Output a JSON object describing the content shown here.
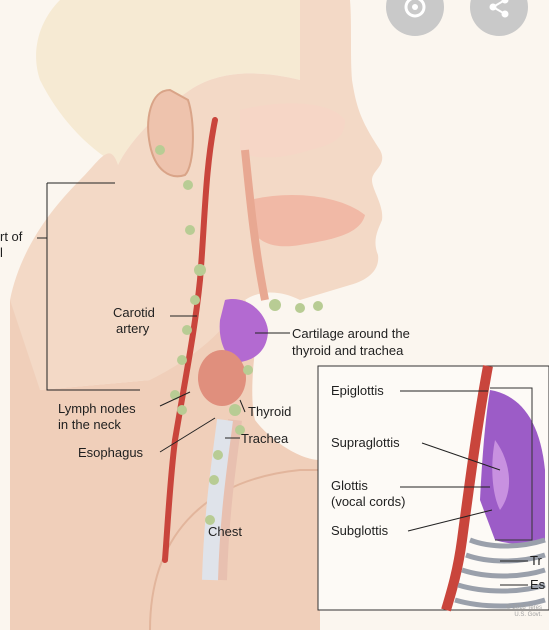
{
  "buttons": [
    {
      "name": "lens-icon-button",
      "icon": "camera-lens-icon"
    },
    {
      "name": "share-icon-button",
      "icon": "share-icon"
    }
  ],
  "labels": {
    "part_of": "rt of",
    "part_of_2": "l",
    "carotid": "Carotid",
    "artery": "artery",
    "cartilage_1": "Cartilage around the",
    "cartilage_2": "thyroid and trachea",
    "lymph_1": "Lymph nodes",
    "lymph_2": "in the neck",
    "thyroid": "Thyroid",
    "trachea": "Trachea",
    "esophagus": "Esophagus",
    "chest": "Chest",
    "epiglottis": "Epiglottis",
    "supraglottis": "Supraglottis",
    "glottis": "Glottis",
    "vocal_cords": "(vocal cords)",
    "subglottis": "Subglottis",
    "tr": "Tr",
    "es": "Es"
  },
  "watermark": {
    "line1": "© 2018 Teres",
    "line2": "U.S. Govt."
  },
  "colors": {
    "skin": "#f3d9c6",
    "shade": "#e9bfa5",
    "purple": "#b36ad1",
    "artery": "#c9453c",
    "thyroid": "#e08f7d",
    "lymph": "#b8cc94",
    "button": "#c9c9c9"
  }
}
